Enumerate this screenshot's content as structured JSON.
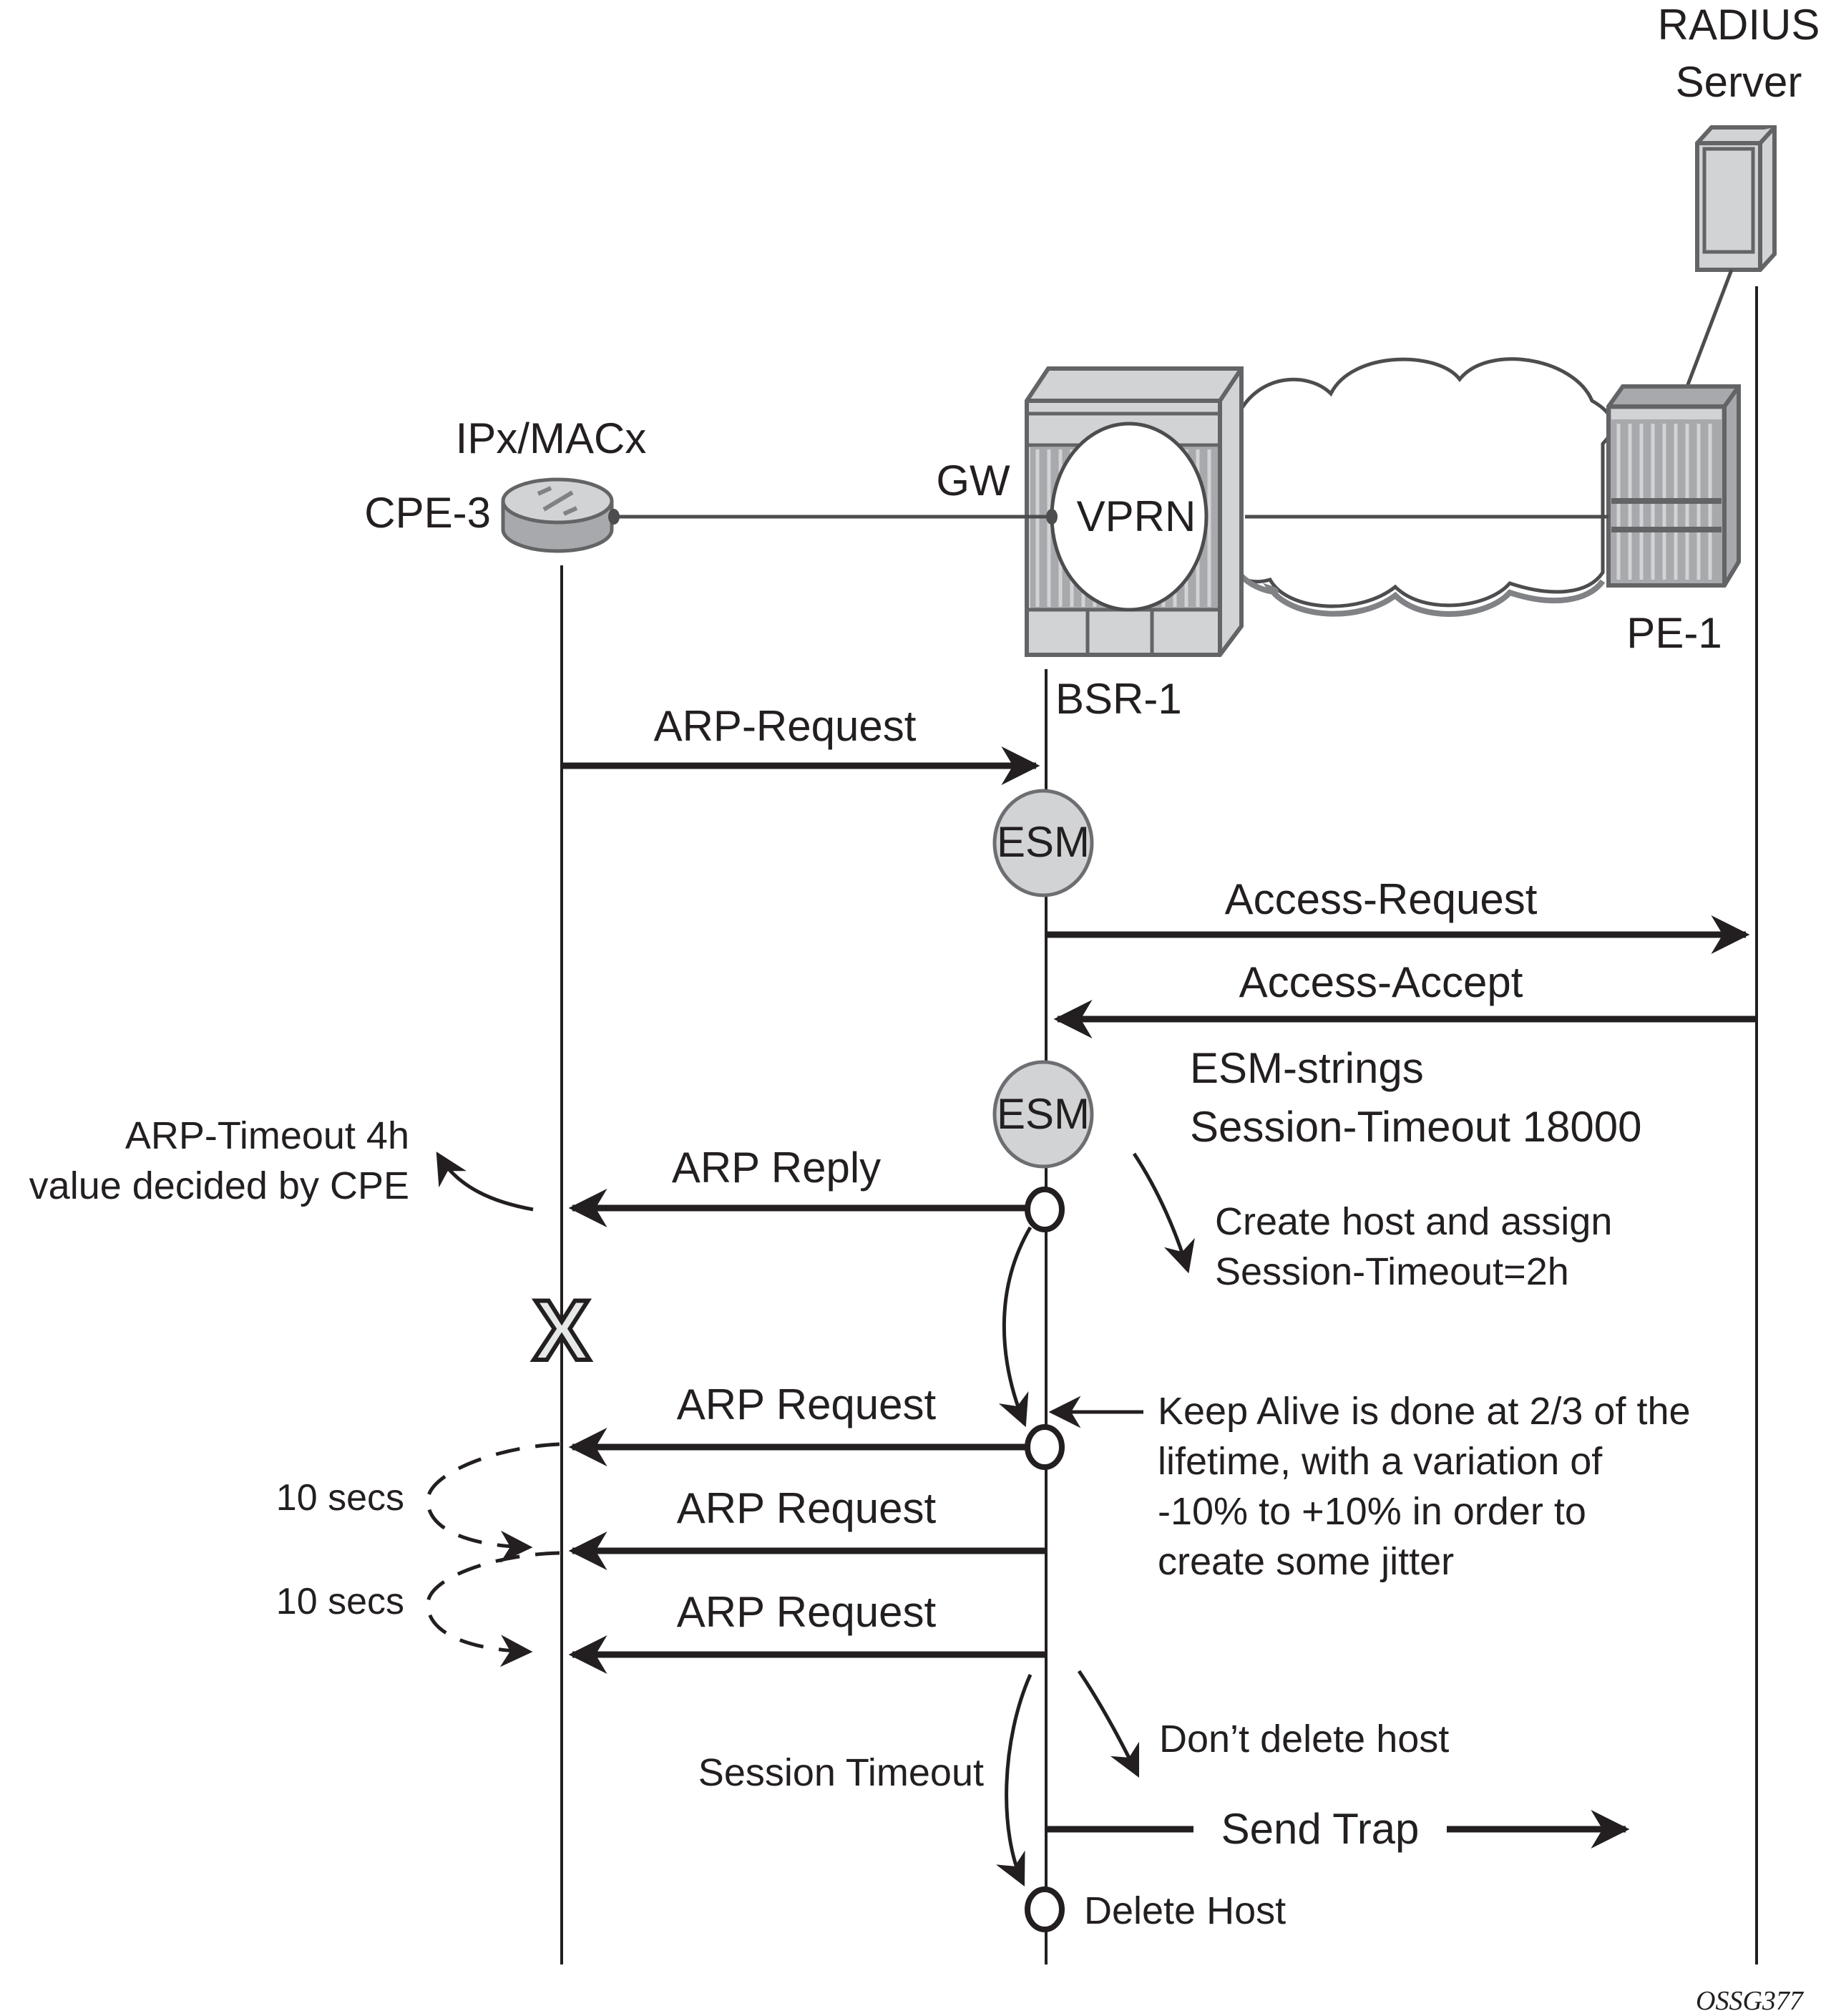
{
  "nodes": {
    "radius": {
      "line1": "RADIUS",
      "line2": "Server"
    },
    "cpe": {
      "name": "CPE-3",
      "address": "IPx/MACx"
    },
    "bsr": {
      "name": "BSR-1",
      "gw_label": "GW",
      "service": "VPRN"
    },
    "pe": {
      "name": "PE-1"
    }
  },
  "messages": {
    "arp_request_1": "ARP-Request",
    "access_request": "Access-Request",
    "access_accept": "Access-Accept",
    "arp_reply": "ARP Reply",
    "arp_request_2": "ARP Request",
    "arp_request_3": "ARP Request",
    "arp_request_4": "ARP Request",
    "send_trap": "Send Trap"
  },
  "esm_label": "ESM",
  "notes": {
    "esm_strings": [
      "ESM-strings",
      "Session-Timeout 18000"
    ],
    "arp_timeout": [
      "ARP-Timeout 4h",
      "value decided by CPE"
    ],
    "create_host": [
      "Create host and assign",
      "Session-Timeout=2h"
    ],
    "keep_alive": [
      "Keep Alive is done at 2/3 of the",
      "lifetime, with a variation of",
      "-10% to +10% in order to",
      "create some jitter"
    ],
    "interval_1": "10 secs",
    "interval_2": "10 secs",
    "dont_delete": "Don’t delete host",
    "session_timeout": "Session Timeout",
    "delete_host": "Delete Host"
  },
  "failure_mark": "X",
  "figure_id": "OSSG377"
}
